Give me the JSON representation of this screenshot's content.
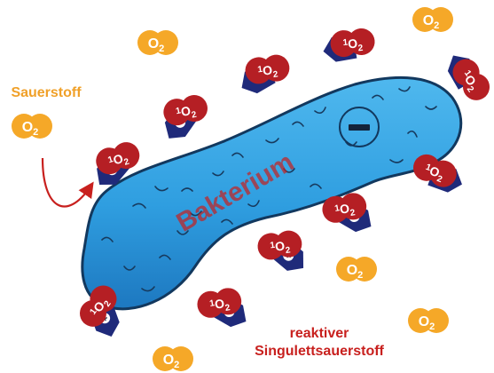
{
  "labels": {
    "oxygen_title": "Sauerstoff",
    "bacterium": "Bakterium",
    "singlet_line1": "reaktiver",
    "singlet_line2": "Singulettsauerstoff",
    "minus_sign": "−"
  },
  "molecules": {
    "oxygen_prefix": "O",
    "oxygen_sub": "2",
    "singlet_prefix": "1",
    "singlet_o": "O",
    "singlet_sub": "2",
    "plus_sign": "+"
  },
  "colors": {
    "oxygen_fill": "#f5a828",
    "singlet_fill": "#b51f24",
    "photosensitizer": "#1f2a7a",
    "bacterium_fill": "#2f9ee0",
    "bacterium_dark": "#1d6fb0",
    "arrow": "#c8201e",
    "label_orange": "#f0a028",
    "label_red": "#c8201e"
  }
}
